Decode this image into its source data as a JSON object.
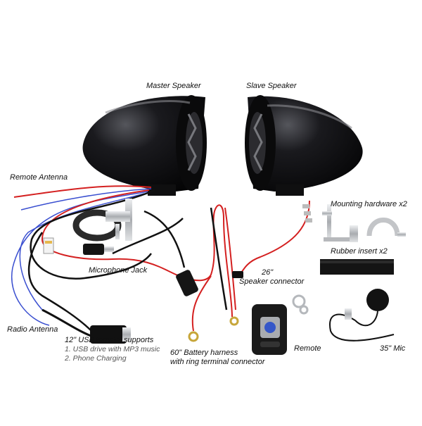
{
  "labels": {
    "master_speaker": "Master Speaker",
    "slave_speaker": "Slave Speaker",
    "remote_antenna": "Remote Antenna",
    "mounting_hardware": "Mounting hardware x2",
    "rubber_insert": "Rubber insert x2",
    "microphone_jack": "Microphone Jack",
    "speaker_connector_length": "26\"",
    "speaker_connector": "Speaker connector",
    "radio_antenna": "Radio Antenna",
    "usb_title": "12\" USB female, supports",
    "usb_line1": "1. USB drive with MP3 music",
    "usb_line2": "2. Phone Charging",
    "battery_line1": "60\" Battery harness",
    "battery_line2": "with ring terminal connector",
    "remote": "Remote",
    "mic": "35\" Mic"
  },
  "colors": {
    "speaker_body": "#0c0c0e",
    "wire_red": "#d42020",
    "wire_blue": "#3a4fd0",
    "wire_black": "#111111",
    "metal": "#c9cbce",
    "rubber": "#141414"
  }
}
